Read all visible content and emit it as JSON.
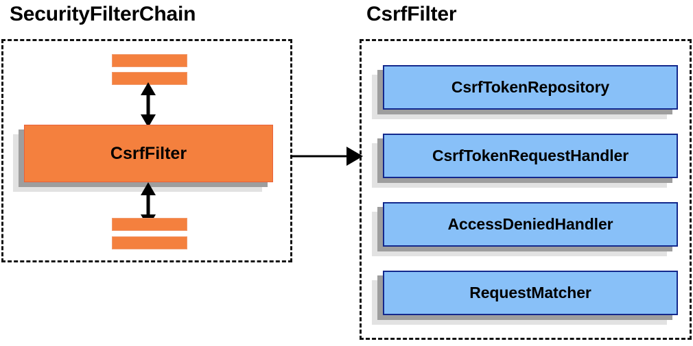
{
  "diagram": {
    "type": "component-relationship-diagram",
    "background": "#ffffff",
    "colors": {
      "orange_fill": "#f4803e",
      "orange_border": "#e8603a",
      "blue_fill": "#88c0f8",
      "blue_border": "#13288c",
      "shadow_near": "#9e9e9e",
      "shadow_far": "#e2e2e2",
      "outline": "#111111",
      "text": "#000000"
    }
  },
  "panels": [
    {
      "id": "security-filter-chain",
      "title": "SecurityFilterChain",
      "border_style": "dashed"
    },
    {
      "id": "csrf-filter",
      "title": "CsrfFilter",
      "border_style": "dashed"
    }
  ],
  "left_panel": {
    "title": "SecurityFilterChain",
    "stubs_top": [
      "",
      ""
    ],
    "stubs_bottom": [
      "",
      ""
    ],
    "main_box": {
      "label": "CsrfFilter",
      "fill": "#f4803e"
    }
  },
  "right_panel": {
    "title": "CsrfFilter",
    "collaborators": [
      {
        "label": "CsrfTokenRepository"
      },
      {
        "label": "CsrfTokenRequestHandler"
      },
      {
        "label": "AccessDeniedHandler"
      },
      {
        "label": "RequestMatcher"
      }
    ]
  },
  "connectors": [
    {
      "id": "top-chain-link",
      "kind": "double-headed-vertical-arrow"
    },
    {
      "id": "bottom-chain-link",
      "kind": "double-headed-vertical-arrow"
    },
    {
      "id": "expand-link",
      "kind": "single-headed-horizontal-arrow"
    }
  ]
}
